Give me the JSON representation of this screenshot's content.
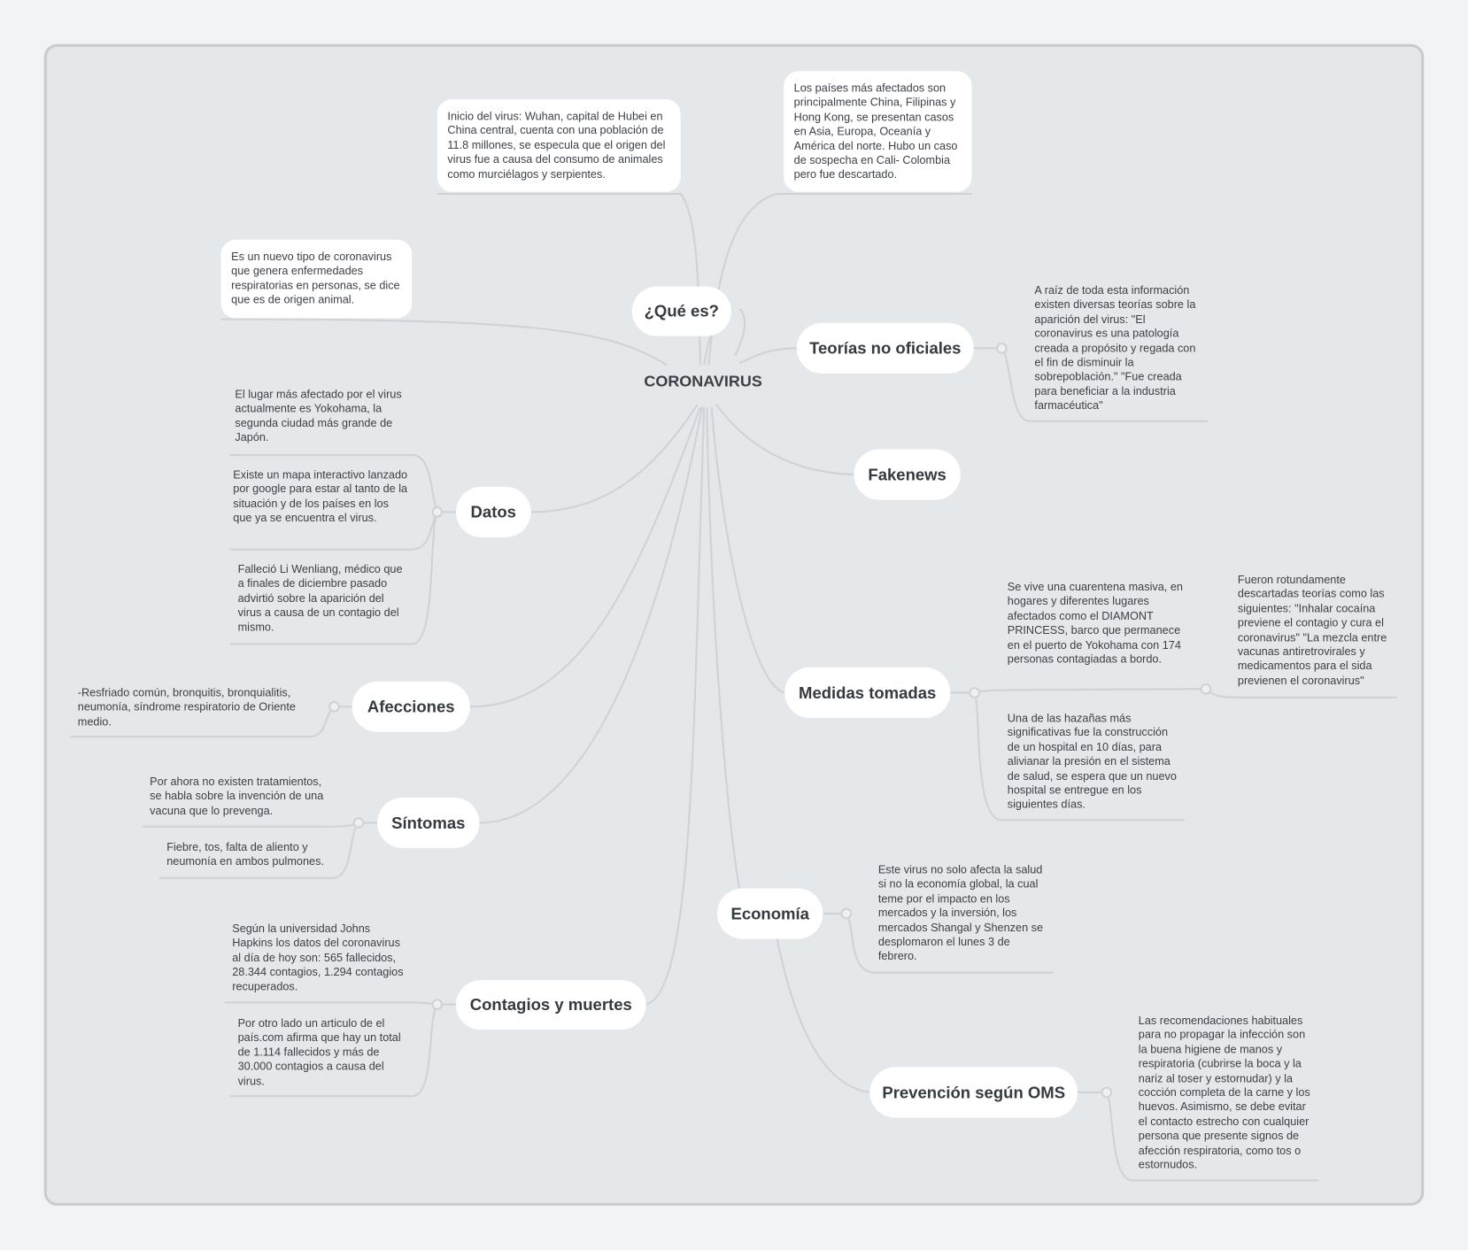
{
  "central_topic": "CORONAVIRUS",
  "branches": {
    "que_es": {
      "label": "¿Qué es?",
      "notes": [
        "Inicio del virus: Wuhan, capital de Hubei en China central, cuenta con una población de 11.8 millones, se especula que el origen del virus fue a causa del consumo de animales como murciélagos y serpientes.",
        "Los países más afectados son principalmente China, Filipinas y Hong Kong, se presentan casos en Asia, Europa, Oceanía y América del norte. Hubo un caso de sospecha en Cali- Colombia pero fue descartado.",
        "Es un nuevo tipo de coronavirus que genera enfermedades respiratorias en personas, se dice que es de origen animal."
      ]
    },
    "teorias": {
      "label": "Teorías no oficiales",
      "notes": [
        "A raíz de toda esta información existen diversas teorías sobre la aparición del virus: \"El coronavirus es una patología creada a propósito y regada con el fin de disminuir la sobrepoblación.\" \"Fue creada para beneficiar a la industria farmacéutica\""
      ]
    },
    "fakenews": {
      "label": "Fakenews"
    },
    "medidas": {
      "label": "Medidas tomadas",
      "notes": [
        "Se vive una cuarentena masiva, en hogares y diferentes lugares afectados como el DIAMONT PRINCESS, barco que permanece en el puerto de Yokohama con 174 personas contagiadas a bordo.",
        "Una de las hazañas más significativas fue la construcción de un hospital en 10 días, para alivianar la presión en el sistema de salud, se espera que un nuevo hospital se entregue en los siguientes días.",
        "Fueron rotundamente descartadas teorías como las siguientes: \"Inhalar cocaína previene el contagio y cura el coronavirus\" \"La mezcla entre vacunas antiretrovirales y medicamentos para el sida previenen el coronavirus\""
      ]
    },
    "economia": {
      "label": "Economía",
      "notes": [
        "Este virus no solo afecta la salud si no la economía global, la cual teme por el impacto en los mercados y la inversión, los mercados Shangal y Shenzen se desplomaron el lunes 3 de febrero."
      ]
    },
    "prevencion": {
      "label": "Prevención según OMS",
      "notes": [
        "Las recomendaciones habituales para no propagar la infección son la buena higiene de manos y respiratoria (cubrirse la boca y la nariz al toser y estornudar) y la cocción completa de la carne y los huevos. Asimismo, se debe evitar el contacto estrecho con cualquier persona que presente signos de afección respiratoria, como tos o estornudos."
      ]
    },
    "datos": {
      "label": "Datos",
      "notes": [
        "El lugar más afectado por el virus actualmente es Yokohama, la segunda ciudad más grande de Japón.",
        "Existe un mapa interactivo lanzado por google para estar al tanto de la situación y de los países en los que ya se encuentra el virus.",
        "Falleció Li Wenliang, médico que a finales de diciembre pasado advirtió sobre la aparición del virus a causa de un contagio del mismo."
      ]
    },
    "afecciones": {
      "label": "Afecciones",
      "notes": [
        "-Resfriado común, bronquitis, bronquialitis, neumonía, síndrome respiratorio de Oriente medio."
      ]
    },
    "sintomas": {
      "label": "Síntomas",
      "notes": [
        "Por ahora no existen tratamientos, se habla sobre la invención de una vacuna que lo prevenga.",
        "Fiebre, tos, falta de aliento y neumonía en ambos pulmones."
      ]
    },
    "contagios": {
      "label": "Contagios y muertes",
      "notes": [
        "Según la universidad Johns Hapkins los datos del coronavirus al día de hoy son: 565 fallecidos, 28.344 contagios, 1.294 contagios recuperados.",
        "Por otro lado un articulo de el país.com afirma que hay un total de 1.114 fallecidos y más de 30.000 contagios a causa del virus."
      ]
    }
  }
}
